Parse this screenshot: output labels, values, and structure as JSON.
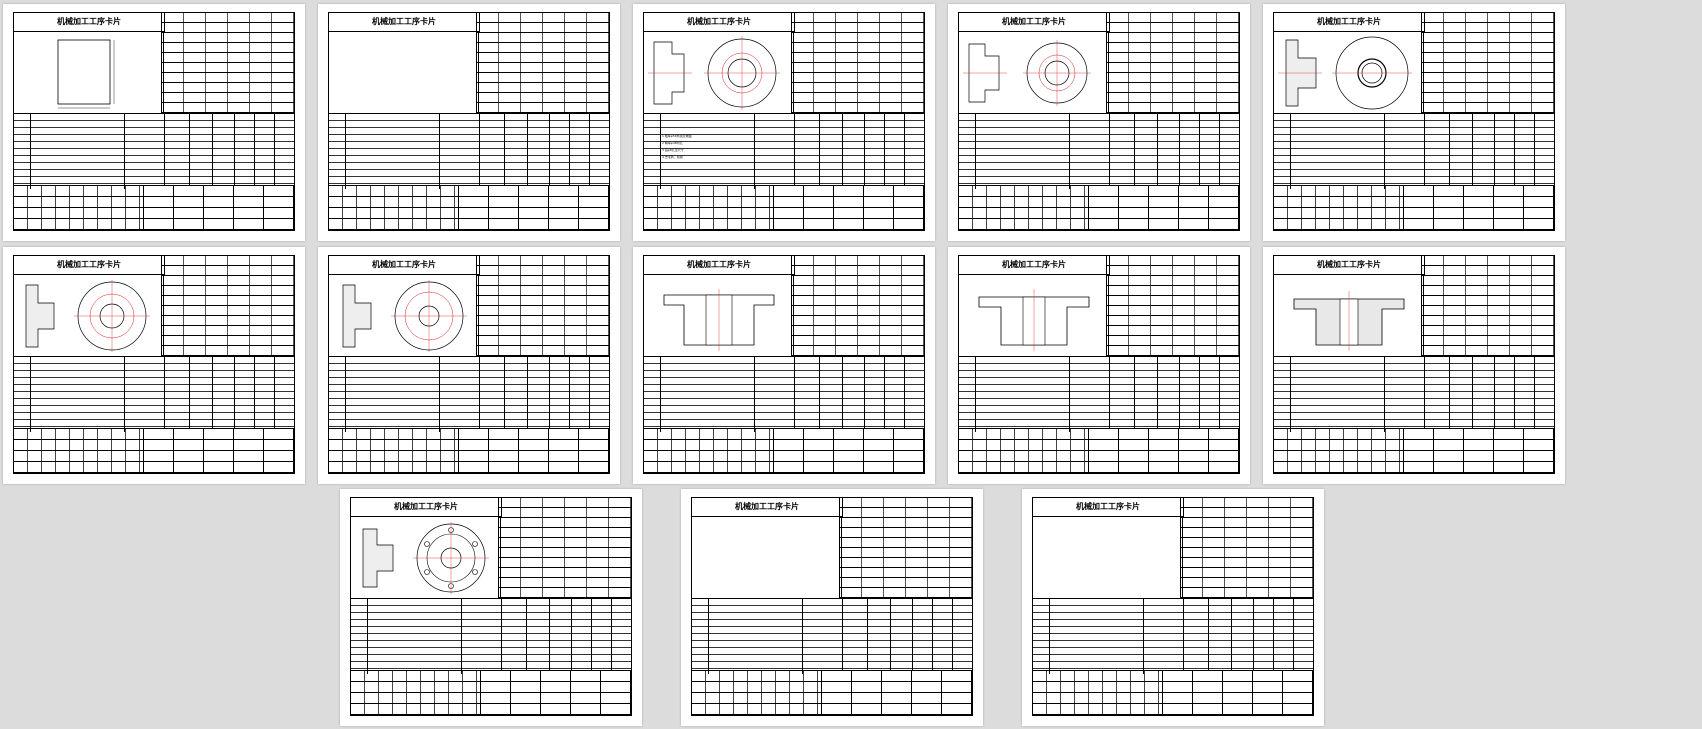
{
  "document": {
    "card_title": "机械加工工序卡片",
    "sample_steps": [
      "1  粗车φ56外圆及端面",
      "2  精车φ48内孔",
      "3  钻φ8孔至尺寸",
      "4  去毛刺、检验"
    ]
  },
  "pages": [
    {
      "id": 1,
      "drawing": "rect"
    },
    {
      "id": 2,
      "drawing": "none"
    },
    {
      "id": 3,
      "drawing": "flange"
    },
    {
      "id": 4,
      "drawing": "flange"
    },
    {
      "id": 5,
      "drawing": "flange"
    },
    {
      "id": 6,
      "drawing": "flange"
    },
    {
      "id": 7,
      "drawing": "flange"
    },
    {
      "id": 8,
      "drawing": "section"
    },
    {
      "id": 9,
      "drawing": "section"
    },
    {
      "id": 10,
      "drawing": "section"
    },
    {
      "id": 11,
      "drawing": "flange-holes"
    },
    {
      "id": 12,
      "drawing": "none"
    },
    {
      "id": 13,
      "drawing": "none"
    }
  ],
  "colors": {
    "background": "#dcdcdc",
    "page": "#ffffff",
    "ink": "#000000",
    "centerline": "#e02020"
  }
}
